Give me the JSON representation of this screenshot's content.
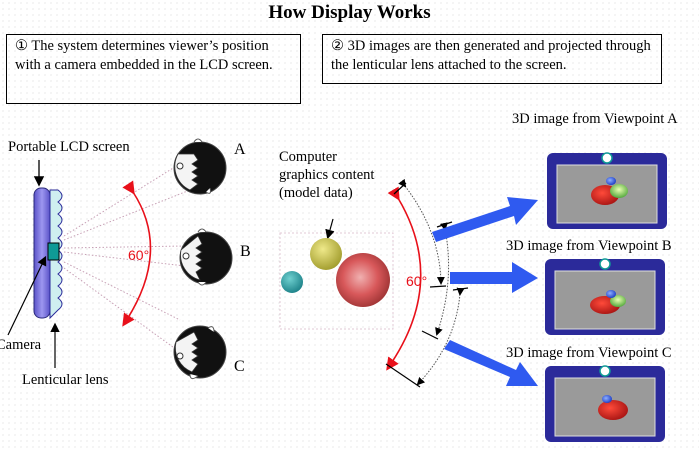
{
  "title": "How Display Works",
  "steps": [
    {
      "marker": "①",
      "text": "The system determines viewer’s position with a camera embedded in the LCD screen."
    },
    {
      "marker": "②",
      "text": "3D images are then generated and projected through the lenticular lens attached to the screen."
    }
  ],
  "labels": {
    "portable_lcd": "Portable LCD screen",
    "camera": "Camera",
    "lenticular": "Lenticular lens",
    "cg_content": [
      "Computer",
      "graphics content",
      "(model data)"
    ],
    "angle_left": "60°",
    "angle_right": "60°"
  },
  "viewers": [
    {
      "id": "A",
      "label": "A"
    },
    {
      "id": "B",
      "label": "B"
    },
    {
      "id": "C",
      "label": "C"
    }
  ],
  "viewpoint_images": [
    {
      "id": "A",
      "caption": "3D image from Viewpoint A"
    },
    {
      "id": "B",
      "caption": "3D image from Viewpoint B"
    },
    {
      "id": "C",
      "caption": "3D image from Viewpoint C"
    }
  ],
  "colors": {
    "screen_body": "#7f78e0",
    "lens": "#cfeff0",
    "camera": "#0f9a96",
    "arc_red": "#e8101a",
    "arrow_blue": "#2f5af0",
    "device_frame": "#2b2a9a",
    "device_screen": "#9a9a9a"
  }
}
